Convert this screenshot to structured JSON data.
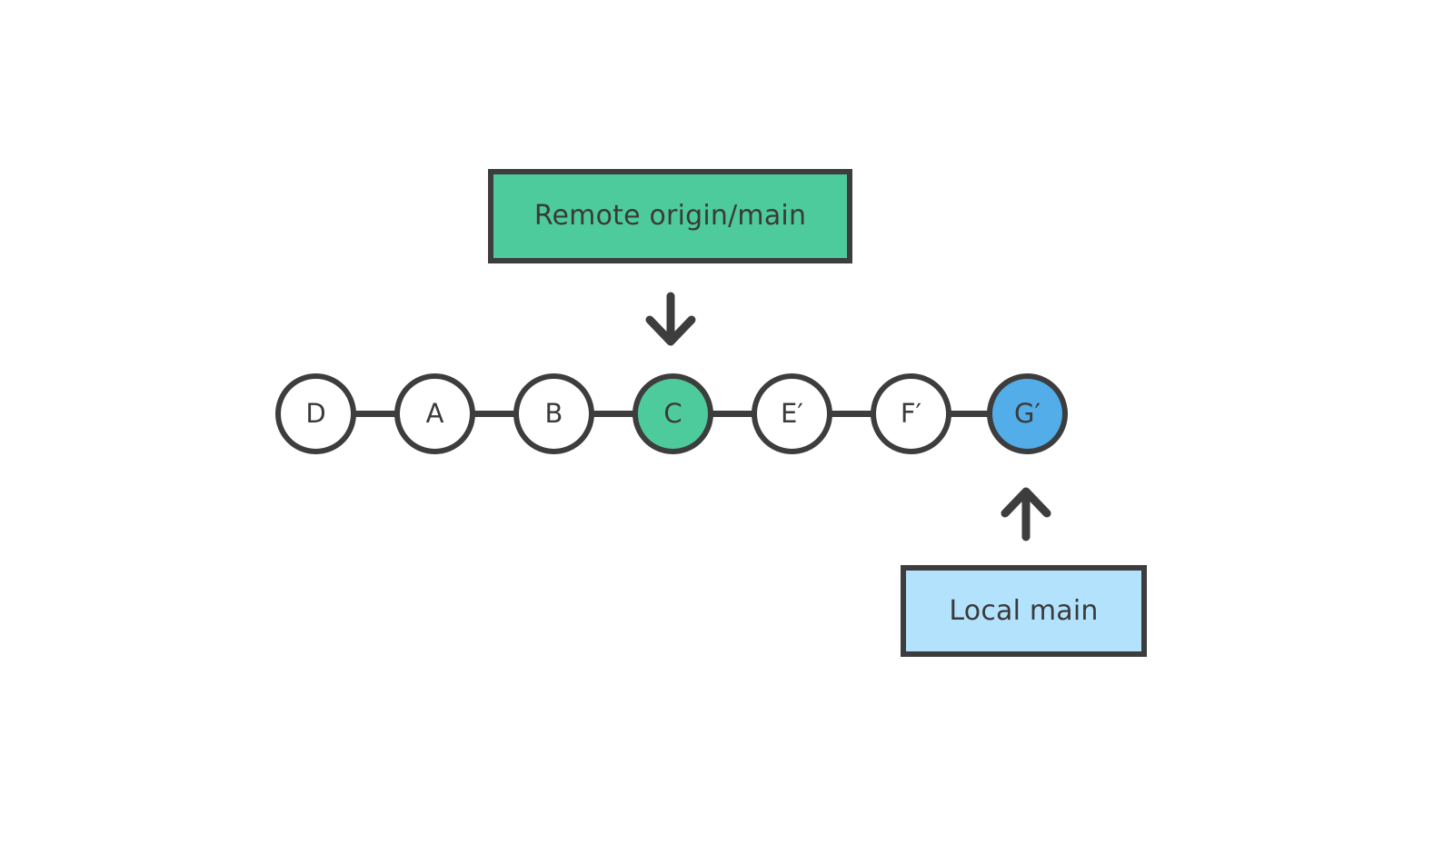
{
  "diagram": {
    "title_alt": "Git rebase commit graph",
    "background_color": "#ffffff",
    "stroke_color": "#3d3d3d",
    "text_color": "#3a3a3a"
  },
  "remote_label": {
    "text": "Remote origin/main",
    "fill_color": "#4ECB9C",
    "border_color": "#3d3d3d"
  },
  "local_label": {
    "text": "Local main",
    "fill_color": "#B3E2FC",
    "border_color": "#3d3d3d"
  },
  "commits": [
    {
      "id": "D",
      "label": "D",
      "fill": "#ffffff",
      "highlight": "none"
    },
    {
      "id": "A",
      "label": "A",
      "fill": "#ffffff",
      "highlight": "none"
    },
    {
      "id": "B",
      "label": "B",
      "fill": "#ffffff",
      "highlight": "none"
    },
    {
      "id": "C",
      "label": "C",
      "fill": "#4ECB9C",
      "highlight": "remote"
    },
    {
      "id": "E1",
      "label": "E′",
      "fill": "#ffffff",
      "highlight": "none"
    },
    {
      "id": "F1",
      "label": "F′",
      "fill": "#ffffff",
      "highlight": "none"
    },
    {
      "id": "G1",
      "label": "G′",
      "fill": "#52ADE8",
      "highlight": "local"
    }
  ],
  "arrows": [
    {
      "name": "remote-arrow",
      "direction": "down",
      "from": "Remote origin/main",
      "to": "C"
    },
    {
      "name": "local-arrow",
      "direction": "up",
      "from": "Local main",
      "to": "G′"
    }
  ]
}
